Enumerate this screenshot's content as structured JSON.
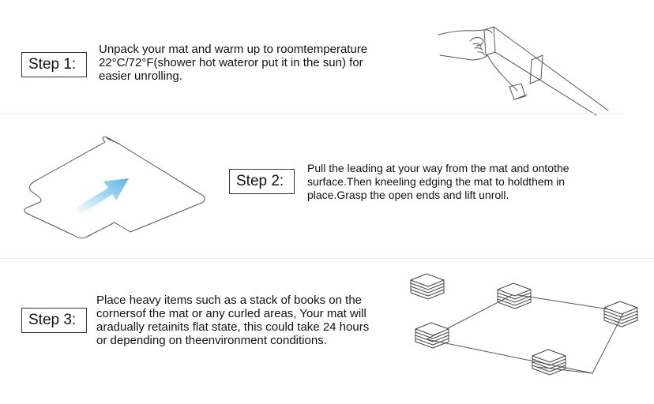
{
  "steps": [
    {
      "label": "Step 1:",
      "lines": [
        "Unpack your mat and warm up to roomtemperature",
        "22°C/72°F(shower hot wateror put it in the sun) for",
        "easier unrolling."
      ],
      "illustration": "hand-unrolling-mat-icon"
    },
    {
      "label": "Step 2:",
      "lines": [
        "Pull the leading at your way from the mat and ontothe",
        "surface.Then kneeling edging the mat to holdthem in",
        "place.Grasp the open ends and lift unroll."
      ],
      "illustration": "flat-mat-with-arrow-icon",
      "arrow_color": "#5bb8e6"
    },
    {
      "label": "Step 3:",
      "lines": [
        "Place heavy items such as a stack of books on the",
        "cornersof the mat or any curled areas, Your mat will",
        "aradually retainits flat state, this could take 24 hours",
        "or depending on theenvironment conditions."
      ],
      "illustration": "mat-with-book-stacks-icon"
    }
  ]
}
